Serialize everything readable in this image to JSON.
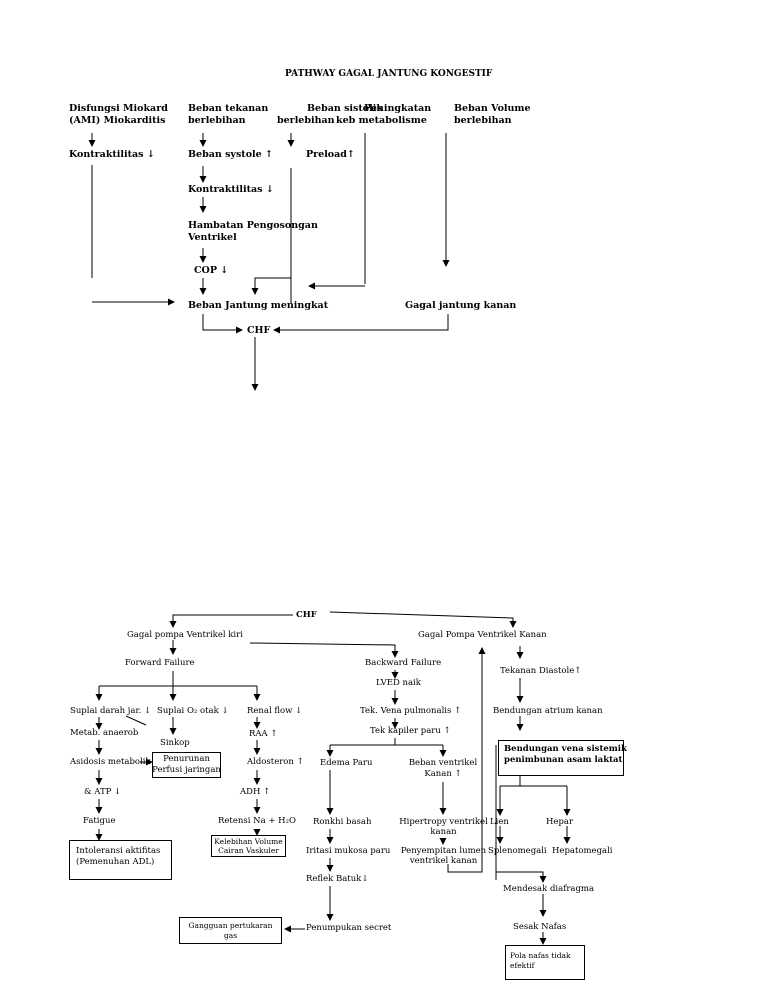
{
  "title": "PATHWAY GAGAL JANTUNG KONGESTIF",
  "top": {
    "causes": {
      "a1": "Disfungsi Miokard",
      "a2": "(AMI) Miokarditis",
      "b1": "Beban tekanan",
      "b2": "berlebihan",
      "c1": "Beban sistolik",
      "c2": "berlebihan",
      "d1": "Peningkatan",
      "d2": "keb metabolisme",
      "e1": "Beban Volume",
      "e2": "berlebihan"
    },
    "kontraktilitas1": "Kontraktilitas ↓",
    "beban_systole": "Beban systole ↑",
    "preload": "Preload↑",
    "kontraktilitas2": "Kontraktilitas ↓",
    "hambatan1": "Hambatan Pengosongan",
    "hambatan2": "Ventrikel",
    "cop": "COP ↓",
    "beban_jantung": "Beban Jantung meningkat",
    "gagal_kanan": "Gagal jantung kanan",
    "chf": "CHF"
  },
  "bottom": {
    "chf": "CHF",
    "gagal_kiri": "Gagal pompa Ventrikel kiri",
    "gagal_kanan": "Gagal Pompa Ventrikel Kanan",
    "forward": "Forward Failure",
    "backward": "Backward Failure",
    "suplai_darah": "Suplai darah jar. ↓",
    "suplai_o2": "Suplai O₂ otak ↓",
    "renal_flow": "Renal flow ↓",
    "metab": "Metab. anaerob",
    "sinkop": "Sinkop",
    "raa": "RAA ↑",
    "asidosis": "Asidosis metabolik",
    "penurunan1": "Penurunan",
    "penurunan2": "Perfusi jaringan",
    "aldosteron": "Aldosteron ↑",
    "atp": "& ATP ↓",
    "adh": "ADH ↑",
    "fatigue": "Fatigue",
    "retensi": "Retensi Na + H₂O",
    "intoleransi1": "Intoleransi aktifitas",
    "intoleransi2": "(Pemenuhan ADL)",
    "kelebihan1": "Kelebihan Volume",
    "kelebihan2": "Cairan Vaskuler",
    "lved": "LVED naik",
    "tek_vena": "Tek. Vena pulmonalis ↑",
    "tek_kapiler": "Tek kapiler paru ↑",
    "edema": "Edema Paru",
    "beban_ventrikel1": "Beban ventrikel",
    "beban_ventrikel2": "Kanan ↑",
    "ronkhi": "Ronkhi basah",
    "hipertropy1": "Hipertropy ventrikel",
    "hipertropy2": "kanan",
    "iritasi": "Iritasi mukosa paru",
    "penyempitan1": "Penyempitan lumen",
    "penyempitan2": "ventrikel kanan",
    "reflek": "Reflek Batuk↓",
    "penumpukan": "Penumpukan secret",
    "gangguan1": "Gangguan pertukaran",
    "gangguan2": "gas",
    "tekanan_diastole": "Tekanan Diastole↑",
    "bendungan_atrium": "Bendungan atrium kanan",
    "bendungan_vena1": "Bendungan vena sistemik",
    "bendungan_vena2": "penimbunan asam laktat",
    "lien": "Lien",
    "hepar": "Hepar",
    "splenomegali": "Splenomegali",
    "hepatomegali": "Hepatomegali",
    "mendesak": "Mendesak diafragma",
    "sesak": "Sesak Nafas",
    "pola1": "Pola nafas tidak",
    "pola2": "efektif"
  }
}
